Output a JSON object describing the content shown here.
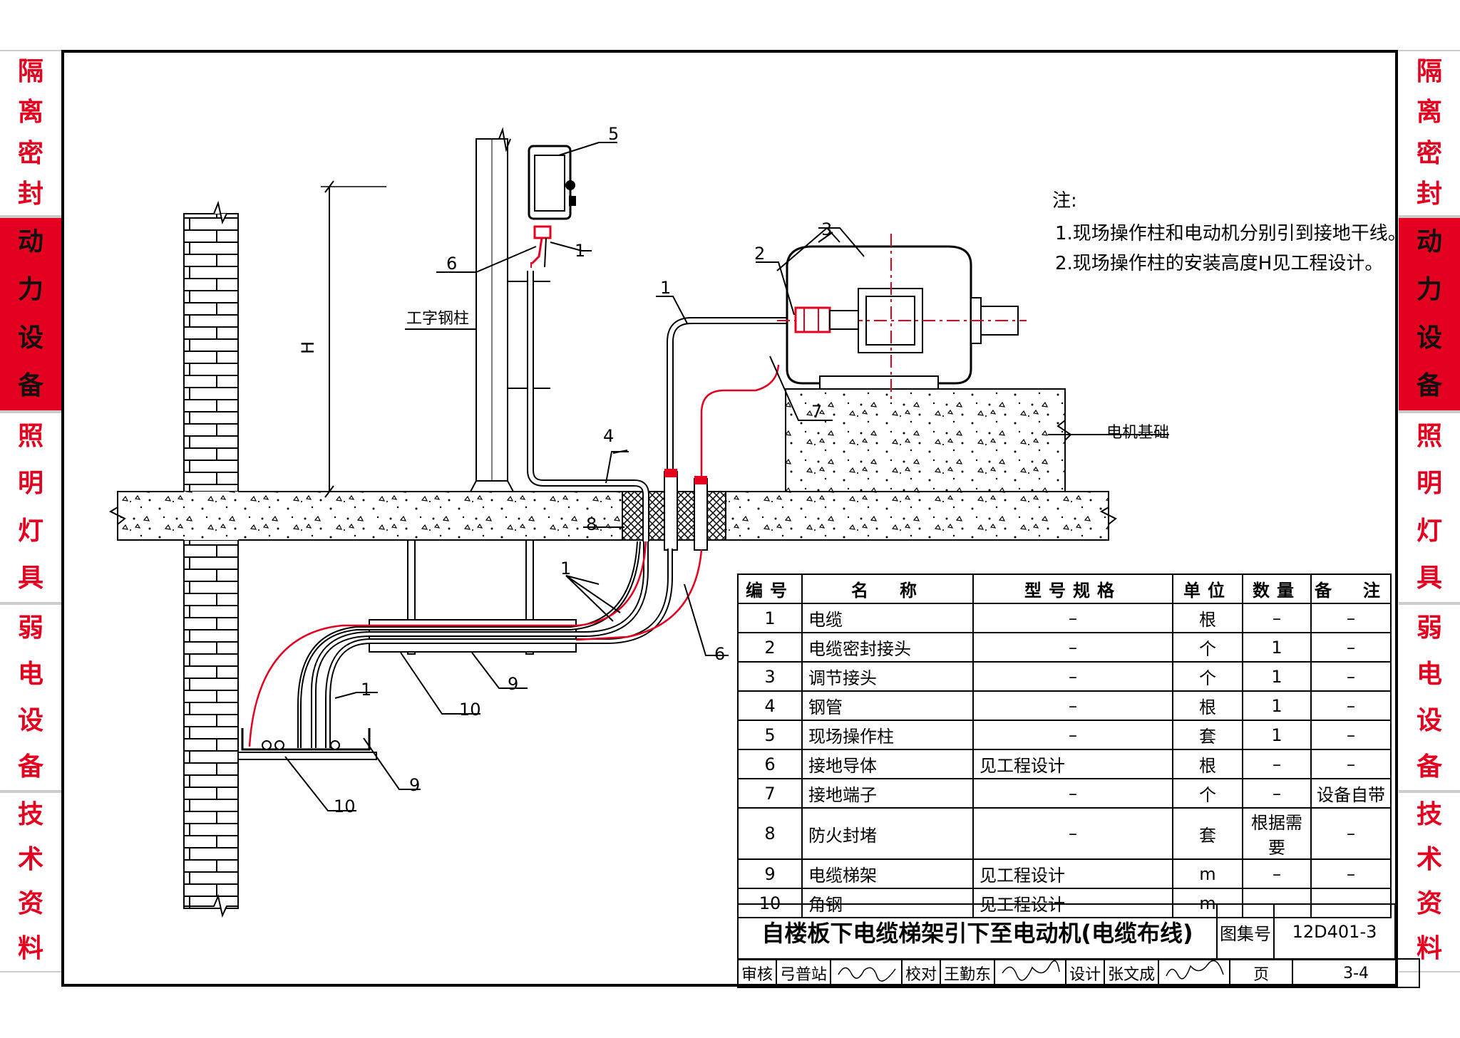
{
  "side_tabs": [
    {
      "text": "隔离密封",
      "active": false
    },
    {
      "text": "动力设备",
      "active": true
    },
    {
      "text": "照明灯具",
      "active": false
    },
    {
      "text": "弱电设备",
      "active": false
    },
    {
      "text": "技术资料",
      "active": false
    }
  ],
  "notes": {
    "heading": "注:",
    "line1": "1.现场操作柱和电动机分别引到接地干线。",
    "line2": "2.现场操作柱的安装高度H见工程设计。"
  },
  "labels": {
    "steel_column": "工字钢柱",
    "motor_base": "电机基础",
    "height": "H",
    "callouts": [
      "1",
      "2",
      "3",
      "4",
      "5",
      "6",
      "7",
      "8",
      "9",
      "10"
    ]
  },
  "table": {
    "headers": [
      "编号",
      "名　称",
      "型号规格",
      "单位",
      "数量",
      "备　注"
    ],
    "rows": [
      {
        "no": "1",
        "name": "电缆",
        "spec": "–",
        "unit": "根",
        "qty": "–",
        "remark": "–"
      },
      {
        "no": "2",
        "name": "电缆密封接头",
        "spec": "–",
        "unit": "个",
        "qty": "1",
        "remark": "–"
      },
      {
        "no": "3",
        "name": "调节接头",
        "spec": "–",
        "unit": "个",
        "qty": "1",
        "remark": "–"
      },
      {
        "no": "4",
        "name": "钢管",
        "spec": "–",
        "unit": "根",
        "qty": "1",
        "remark": "–"
      },
      {
        "no": "5",
        "name": "现场操作柱",
        "spec": "–",
        "unit": "套",
        "qty": "1",
        "remark": "–"
      },
      {
        "no": "6",
        "name": "接地导体",
        "spec": "见工程设计",
        "unit": "根",
        "qty": "–",
        "remark": "–"
      },
      {
        "no": "7",
        "name": "接地端子",
        "spec": "–",
        "unit": "个",
        "qty": "–",
        "remark": "设备自带"
      },
      {
        "no": "8",
        "name": "防火封堵",
        "spec": "–",
        "unit": "套",
        "qty": "根据需要",
        "remark": "–"
      },
      {
        "no": "9",
        "name": "电缆梯架",
        "spec": "见工程设计",
        "unit": "m",
        "qty": "–",
        "remark": "–"
      },
      {
        "no": "10",
        "name": "角钢",
        "spec": "见工程设计",
        "unit": "m",
        "qty": "–",
        "remark": "–"
      }
    ]
  },
  "title_block": {
    "title": "自楼板下电缆梯架引下至电动机(电缆布线)",
    "atlas_label": "图集号",
    "atlas_no": "12D401-3",
    "page_label": "页",
    "page_no": "3-4",
    "review_label": "审核",
    "reviewer": "弓普站",
    "check_label": "校对",
    "checker": "王勤东",
    "design_label": "设计",
    "designer": "张文成"
  },
  "colors": {
    "accent": "#e4001f",
    "line": "#000000",
    "ground_wire": "#e4001f"
  }
}
